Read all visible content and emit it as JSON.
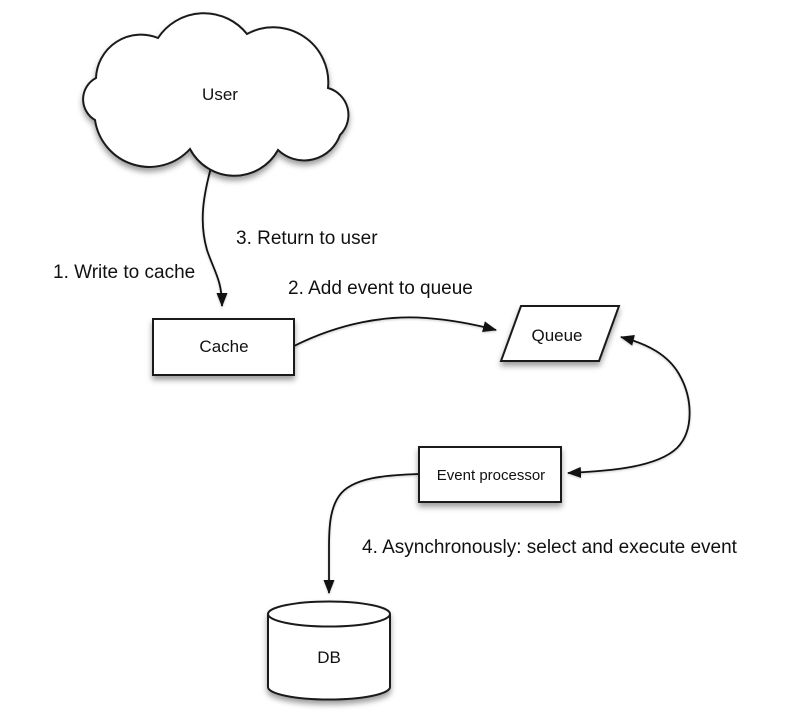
{
  "diagram": {
    "background": "#ffffff",
    "colors": {
      "shape_fill": "#ffffff",
      "shape_stroke": "#1a1a1a",
      "connector": "#111111",
      "text": "#111111"
    },
    "nodes": {
      "user": {
        "label": "User",
        "shape": "cloud"
      },
      "cache": {
        "label": "Cache",
        "shape": "rectangle"
      },
      "queue": {
        "label": "Queue",
        "shape": "parallelogram"
      },
      "event_processor": {
        "label": "Event processor",
        "shape": "rectangle"
      },
      "db": {
        "label": "DB",
        "shape": "cylinder"
      }
    },
    "annotations": {
      "step1": "1. Write to cache",
      "step2": "2. Add event to queue",
      "step3": "3. Return to user",
      "step4": "4. Asynchronously: select and execute event"
    },
    "edges": [
      {
        "from": "user",
        "to": "cache",
        "arrows": "to"
      },
      {
        "from": "cache",
        "to": "queue",
        "arrows": "to"
      },
      {
        "from": "queue",
        "to": "event_processor",
        "arrows": "both"
      },
      {
        "from": "event_processor",
        "to": "db",
        "arrows": "to"
      }
    ]
  }
}
